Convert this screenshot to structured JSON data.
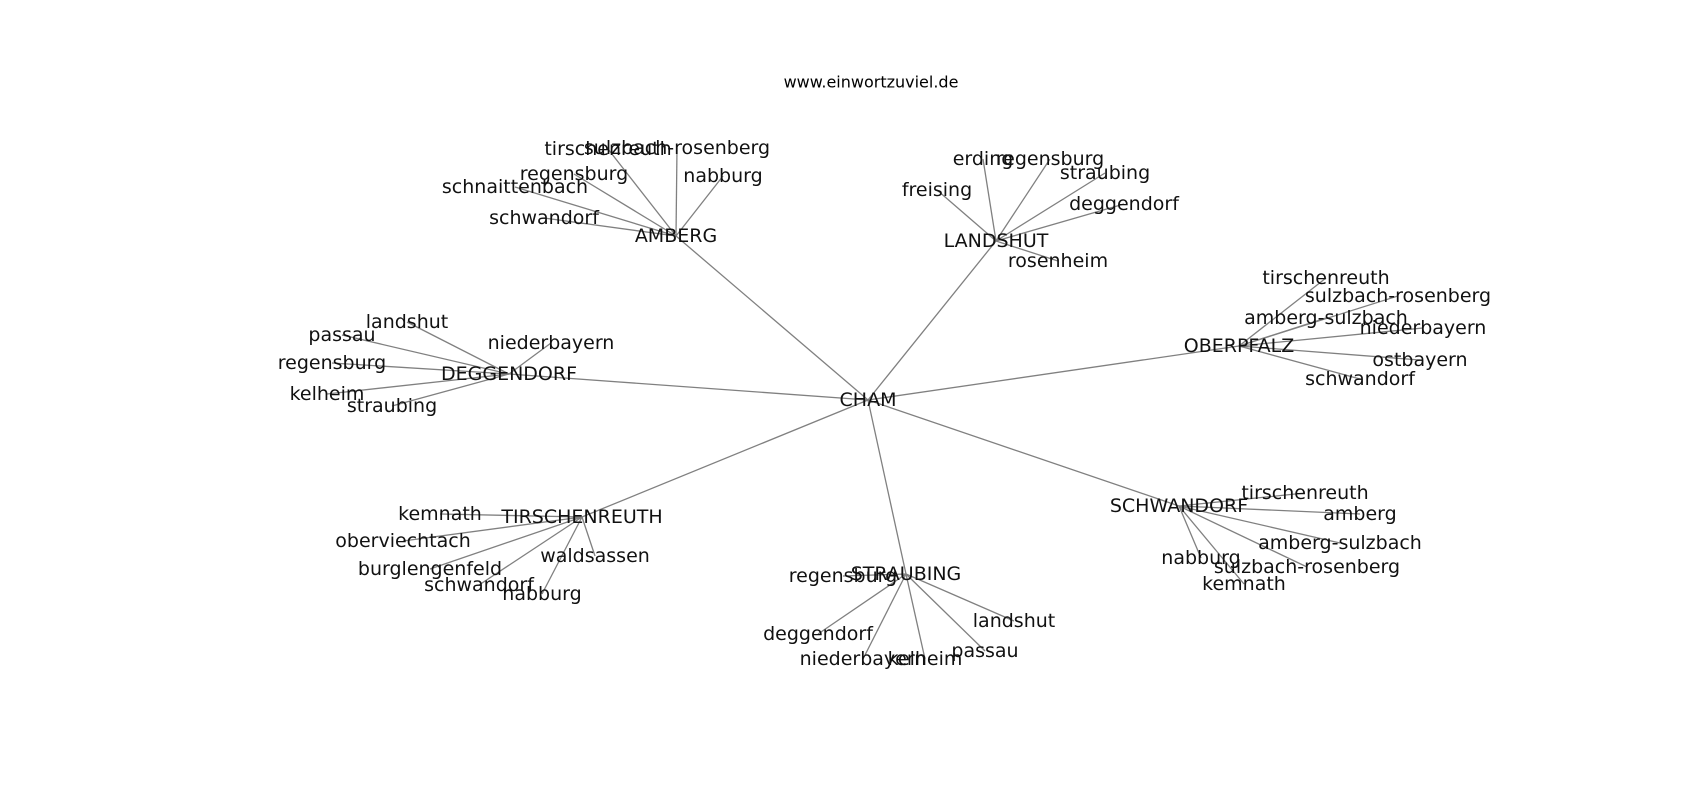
{
  "title": "www.einwortzuviel.de",
  "center": "CHAM",
  "hubs": [
    {
      "name": "AMBERG",
      "children": [
        "tirschenreuth",
        "sulzbach-rosenberg",
        "nabburg",
        "regensburg",
        "schnaittenbach",
        "schwandorf"
      ]
    },
    {
      "name": "LANDSHUT",
      "children": [
        "erding",
        "regensburg",
        "straubing",
        "freising",
        "deggendorf",
        "rosenheim"
      ]
    },
    {
      "name": "OBERPFALZ",
      "children": [
        "tirschenreuth",
        "sulzbach-rosenberg",
        "amberg-sulzbach",
        "niederbayern",
        "ostbayern",
        "schwandorf"
      ]
    },
    {
      "name": "DEGGENDORF",
      "children": [
        "landshut",
        "passau",
        "niederbayern",
        "regensburg",
        "kelheim",
        "straubing"
      ]
    },
    {
      "name": "TIRSCHENREUTH",
      "children": [
        "kemnath",
        "oberviechtach",
        "waldsassen",
        "burglengenfeld",
        "schwandorf",
        "nabburg"
      ]
    },
    {
      "name": "STRAUBING",
      "children": [
        "regensburg",
        "landshut",
        "deggendorf",
        "passau",
        "niederbayern",
        "kelheim"
      ]
    },
    {
      "name": "SCHWANDORF",
      "children": [
        "tirschenreuth",
        "amberg",
        "amberg-sulzbach",
        "nabburg",
        "sulzbach-rosenberg",
        "kemnath"
      ]
    }
  ]
}
